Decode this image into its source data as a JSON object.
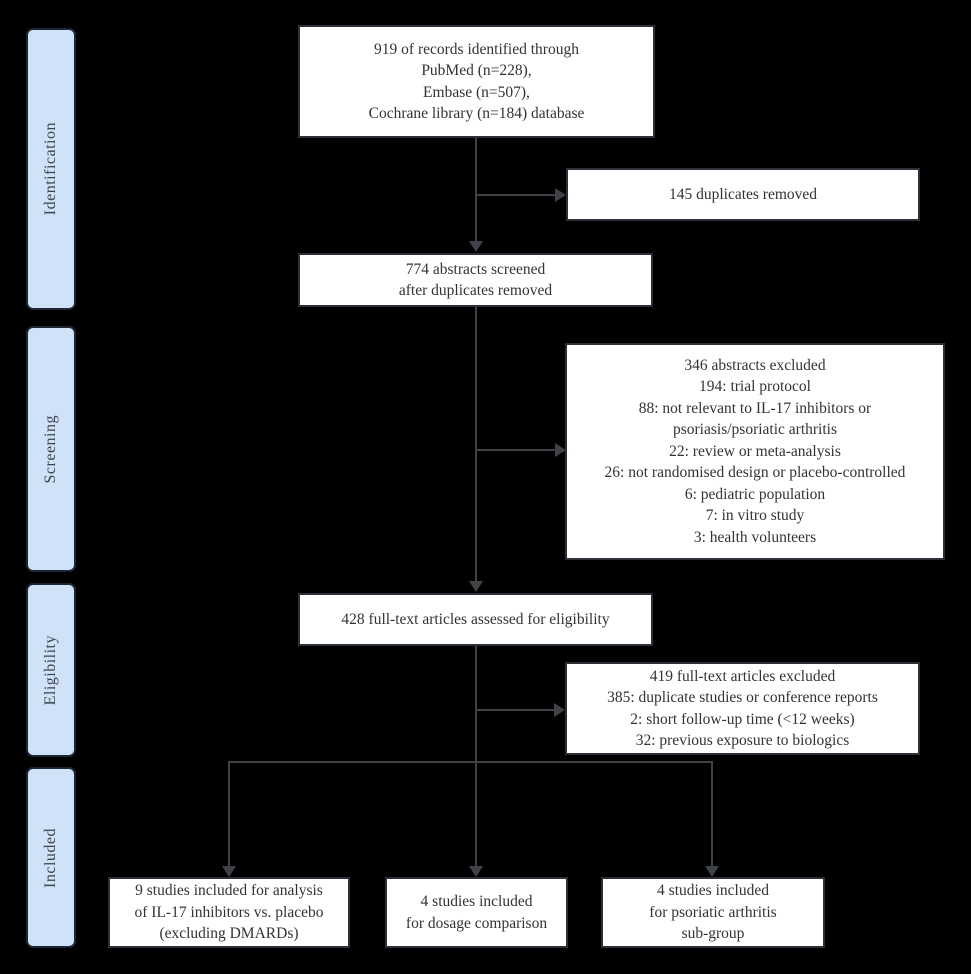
{
  "diagram": {
    "type": "prisma-flow-diagram",
    "stages": [
      {
        "label": "Identification"
      },
      {
        "label": "Screening"
      },
      {
        "label": "Eligibility"
      },
      {
        "label": "Included"
      }
    ],
    "boxes": {
      "records_identified": {
        "lines": [
          "919 of records identified through",
          "PubMed (n=228),",
          "Embase (n=507),",
          "Cochrane library (n=184) database"
        ]
      },
      "duplicates_removed": {
        "lines": [
          "145 duplicates removed"
        ]
      },
      "abstracts_screened": {
        "lines": [
          "774 abstracts screened",
          "after duplicates removed"
        ]
      },
      "abstracts_excluded": {
        "lines": [
          "346 abstracts excluded",
          "194: trial protocol",
          "88: not relevant to IL-17 inhibitors or",
          "psoriasis/psoriatic arthritis",
          "22: review or meta-analysis",
          "26: not randomised design or placebo-controlled",
          "6: pediatric population",
          "7: in vitro study",
          "3: health volunteers"
        ]
      },
      "fulltext_assessed": {
        "lines": [
          "428 full-text articles assessed for eligibility"
        ]
      },
      "fulltext_excluded": {
        "lines": [
          "419 full-text articles excluded",
          "385: duplicate studies or conference reports",
          "2: short follow-up time (<12 weeks)",
          "32: previous exposure to biologics"
        ]
      },
      "included_analysis": {
        "lines": [
          "9 studies included for analysis",
          "of IL-17 inhibitors vs. placebo",
          "(excluding DMARDs)"
        ]
      },
      "included_dosage": {
        "lines": [
          "4 studies included",
          "for dosage comparison"
        ]
      },
      "included_psoriatic": {
        "lines": [
          "4 studies included",
          "for psoriatic arthritis",
          "sub-group"
        ]
      }
    },
    "colors": {
      "background": "#000000",
      "box_fill": "#ffffff",
      "box_border": "#2b3038",
      "stage_fill": "#cfe2f8",
      "stage_border": "#1d2733",
      "arrow": "#3f4347",
      "text": "#333333"
    }
  }
}
